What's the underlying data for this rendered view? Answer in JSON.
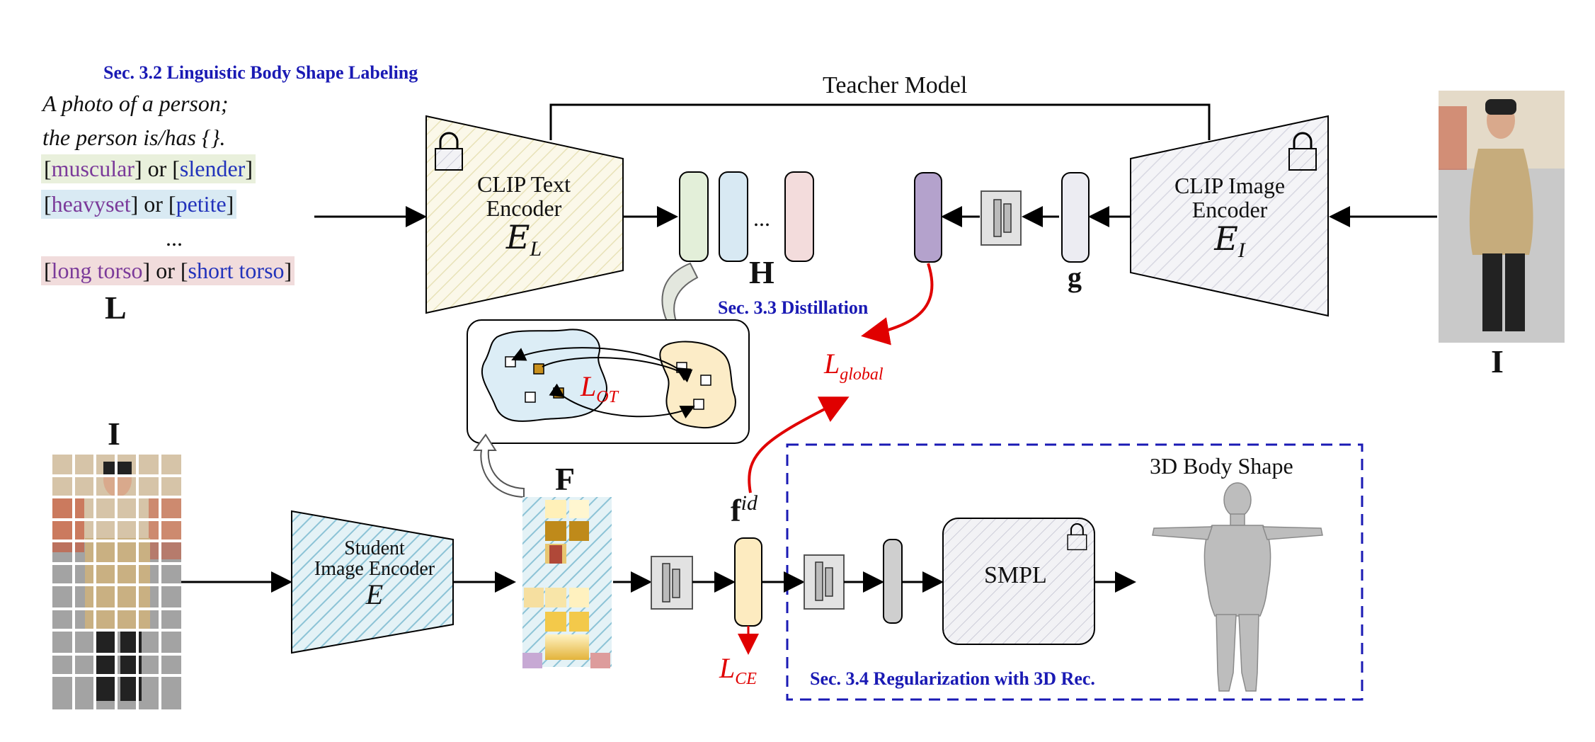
{
  "sections": {
    "labeling": "Sec. 3.2 Linguistic Body Shape Labeling",
    "distillation": "Sec. 3.3 Distillation",
    "regularization": "Sec. 3.4 Regularization with 3D Rec."
  },
  "prompt": {
    "line1": "A photo of a person;",
    "line2": "the person is/has {}.",
    "pairs": [
      {
        "a": "muscular",
        "b": "slender"
      },
      {
        "a": "heavyset",
        "b": "petite"
      },
      {
        "a": "long torso",
        "b": "short torso"
      }
    ],
    "or": "or",
    "open": "[",
    "close": "]",
    "ellipsis": "...",
    "symbol": "L"
  },
  "teacher": {
    "label": "Teacher Model"
  },
  "text_encoder": {
    "line1": "CLIP Text",
    "line2": "Encoder",
    "symbol": "E",
    "subscript": "L"
  },
  "image_encoder": {
    "line1": "CLIP Image",
    "line2": "Encoder",
    "symbol": "E",
    "subscript": "I"
  },
  "student_encoder": {
    "line1": "Student",
    "line2": "Image Encoder",
    "symbol": "E"
  },
  "symbols": {
    "H": "H",
    "g": "g",
    "I_top": "I",
    "I_left": "I",
    "F": "F",
    "f": "f",
    "f_sup": "id",
    "dots": "..."
  },
  "losses": {
    "ot": {
      "symbol": "L",
      "sub": "OT"
    },
    "global": {
      "symbol": "L",
      "sub": "global"
    },
    "ce": {
      "symbol": "L",
      "sub": "CE"
    }
  },
  "smpl": {
    "label": "SMPL"
  },
  "body_shape": {
    "label": "3D Body Shape"
  },
  "colors": {
    "blue_section": "#1a1ab4",
    "loss_red": "#e00000",
    "purple_word": "#7b3a9a",
    "blue_word": "#2233bb",
    "green_token": "#e3efd9",
    "blue_token": "#d8e9f3",
    "pink_token": "#f3dcdc",
    "purple_feat": "#b4a2cc",
    "yellow_feat": "#fdebc0"
  }
}
